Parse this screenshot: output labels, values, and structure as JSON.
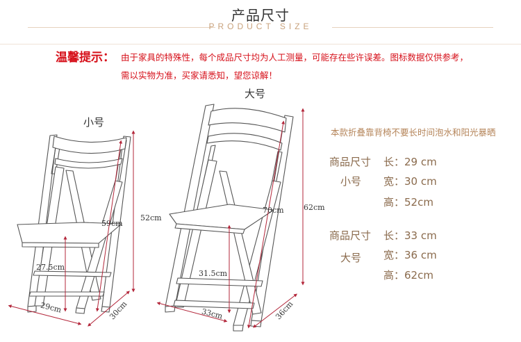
{
  "header": {
    "title": "产品尺寸",
    "subtitle": "PRODUCT SIZE"
  },
  "tip": {
    "label": "温馨提示：",
    "line1": "由于家具的特殊性，每个成品尺寸均为人工测量，可能存在些许误差。图标数据仅供参考，",
    "line2": "需以实物为准，买家请悉知，望您谅解！"
  },
  "chairs": {
    "small": {
      "label": "小号",
      "dims": {
        "width": "29cm",
        "depth": "30cm",
        "height": "52cm",
        "back": "59cm",
        "seat": "27.5cm"
      }
    },
    "large": {
      "label": "大号",
      "dims": {
        "width": "33cm",
        "depth": "36cm",
        "height": "62cm",
        "back": "70cm",
        "seat": "31.5cm"
      }
    }
  },
  "specs": {
    "note": "本款折叠靠背椅不要长时间泡水和阳光暴晒",
    "small": {
      "heading": "商品尺寸",
      "name": "小号",
      "length": "长：29 cm",
      "width": "宽：30 cm",
      "height": "高：52cm"
    },
    "large": {
      "heading": "商品尺寸",
      "name": "大号",
      "length": "长：33 cm",
      "width": "宽：36 cm",
      "height": "高：62cm"
    }
  },
  "colors": {
    "accent_red": "#d6101a",
    "measure_line": "#b3263a",
    "spec_text": "#8a6a4c"
  }
}
